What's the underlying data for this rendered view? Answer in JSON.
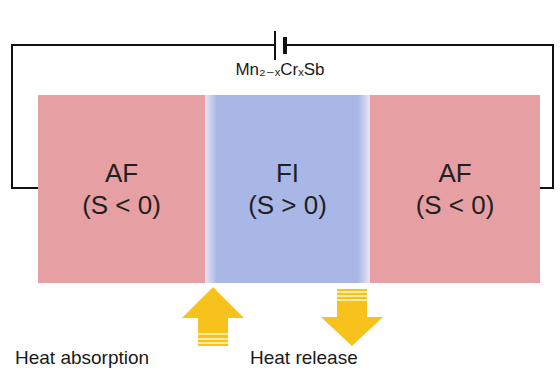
{
  "diagram": {
    "nodes": [
      {
        "text": [
          "AF",
          "(S < 0)"
        ]
      },
      {
        "text": [
          "FI",
          "(S > 0)"
        ]
      },
      {
        "text": [
          "AF",
          "(S < 0)"
        ]
      }
    ],
    "labels": [
      "Mn₂₋ₓCrₓSb",
      "Heat absorption",
      "Heat release"
    ]
  }
}
